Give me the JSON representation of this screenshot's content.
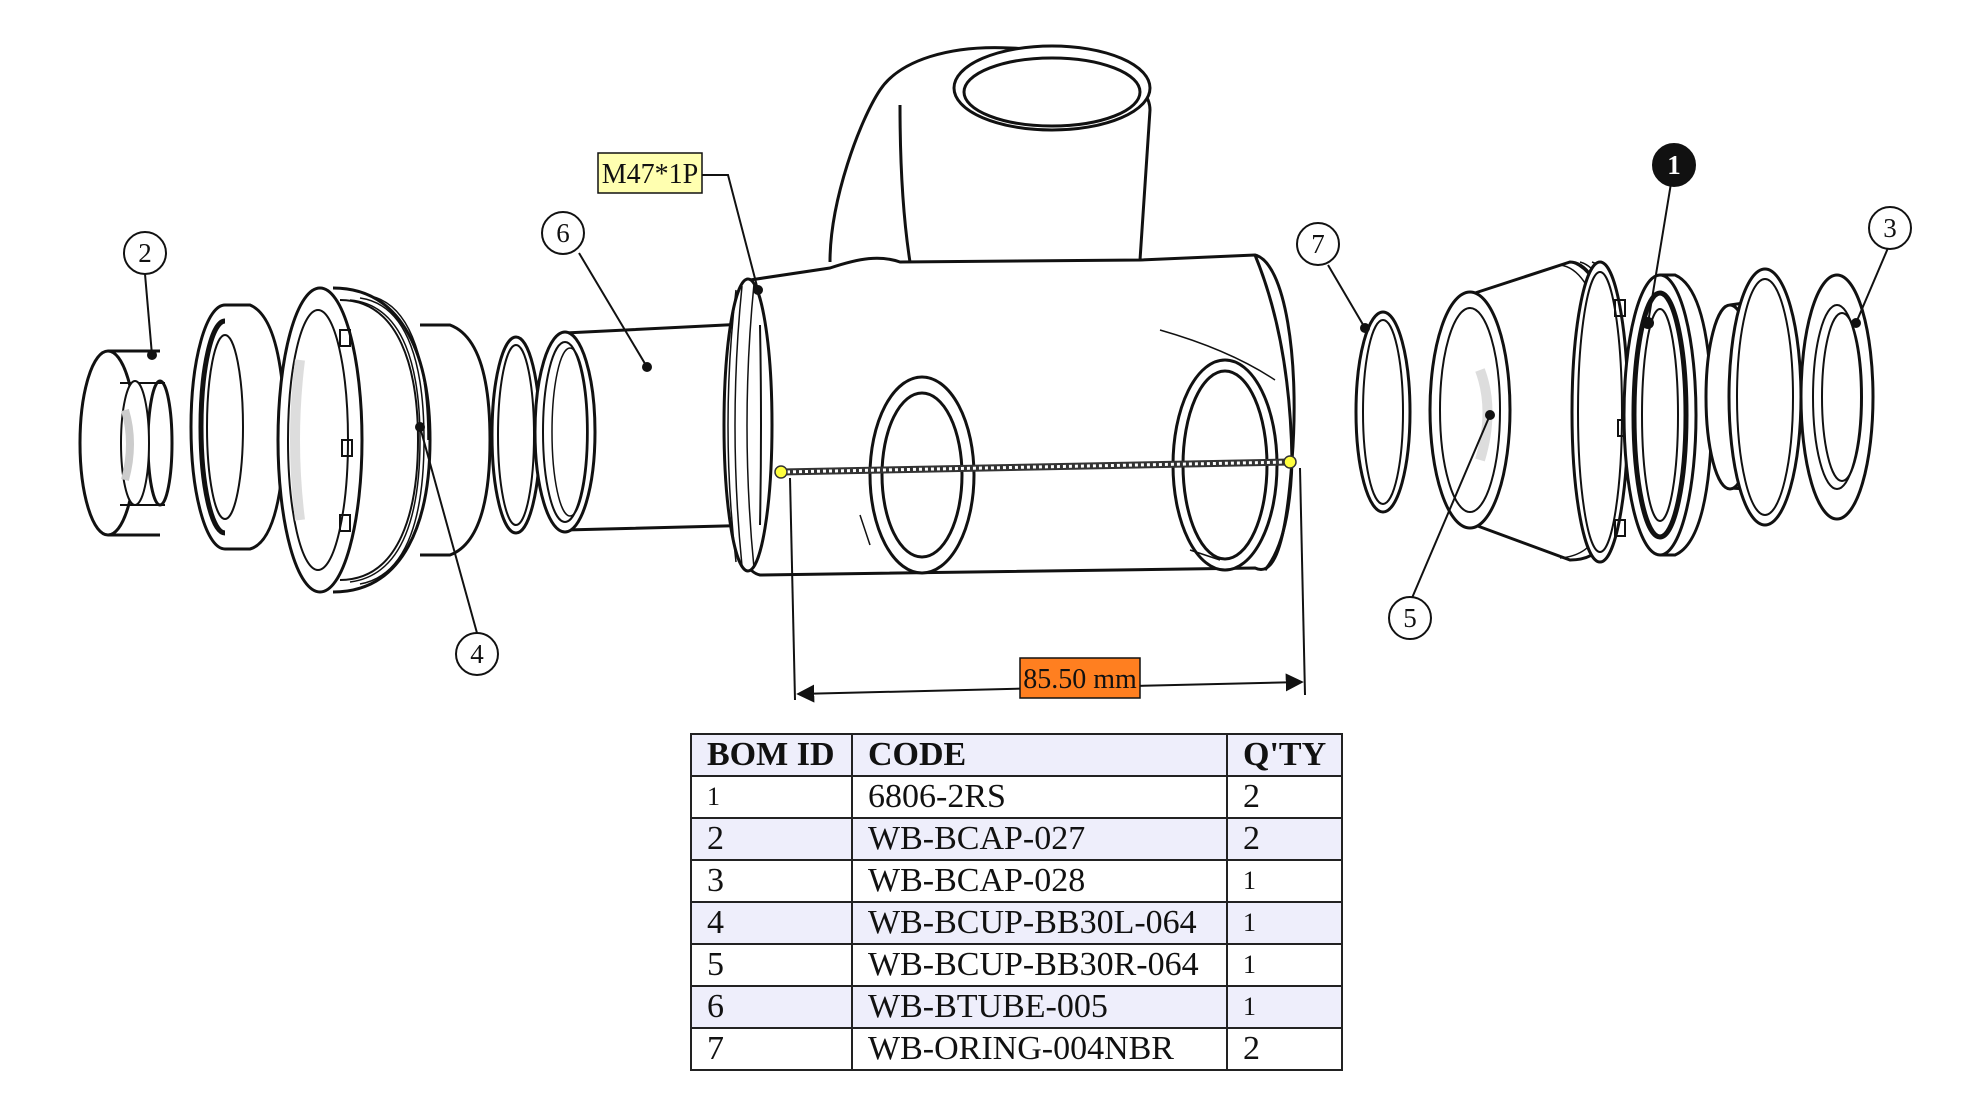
{
  "callouts": {
    "c1": "1",
    "c2": "2",
    "c3": "3",
    "c4": "4",
    "c5": "5",
    "c6": "6",
    "c7": "7"
  },
  "thread_label": "M47*1P",
  "dimension_label": "85.50 mm",
  "colors": {
    "thread_box": "#ffffb0",
    "dimension_box": "#ff7f20",
    "table_alt_row": "#eeeefb",
    "line": "#111111"
  },
  "bom": {
    "headers": [
      "BOM ID",
      "CODE",
      "Q'TY"
    ],
    "rows": [
      {
        "id": "1",
        "code": "6806-2RS",
        "qty": "2"
      },
      {
        "id": "2",
        "code": "WB-BCAP-027",
        "qty": "2"
      },
      {
        "id": "3",
        "code": "WB-BCAP-028",
        "qty": "1"
      },
      {
        "id": "4",
        "code": "WB-BCUP-BB30L-064",
        "qty": "1"
      },
      {
        "id": "5",
        "code": "WB-BCUP-BB30R-064",
        "qty": "1"
      },
      {
        "id": "6",
        "code": "WB-BTUBE-005",
        "qty": "1"
      },
      {
        "id": "7",
        "code": "WB-ORING-004NBR",
        "qty": "2"
      }
    ]
  }
}
